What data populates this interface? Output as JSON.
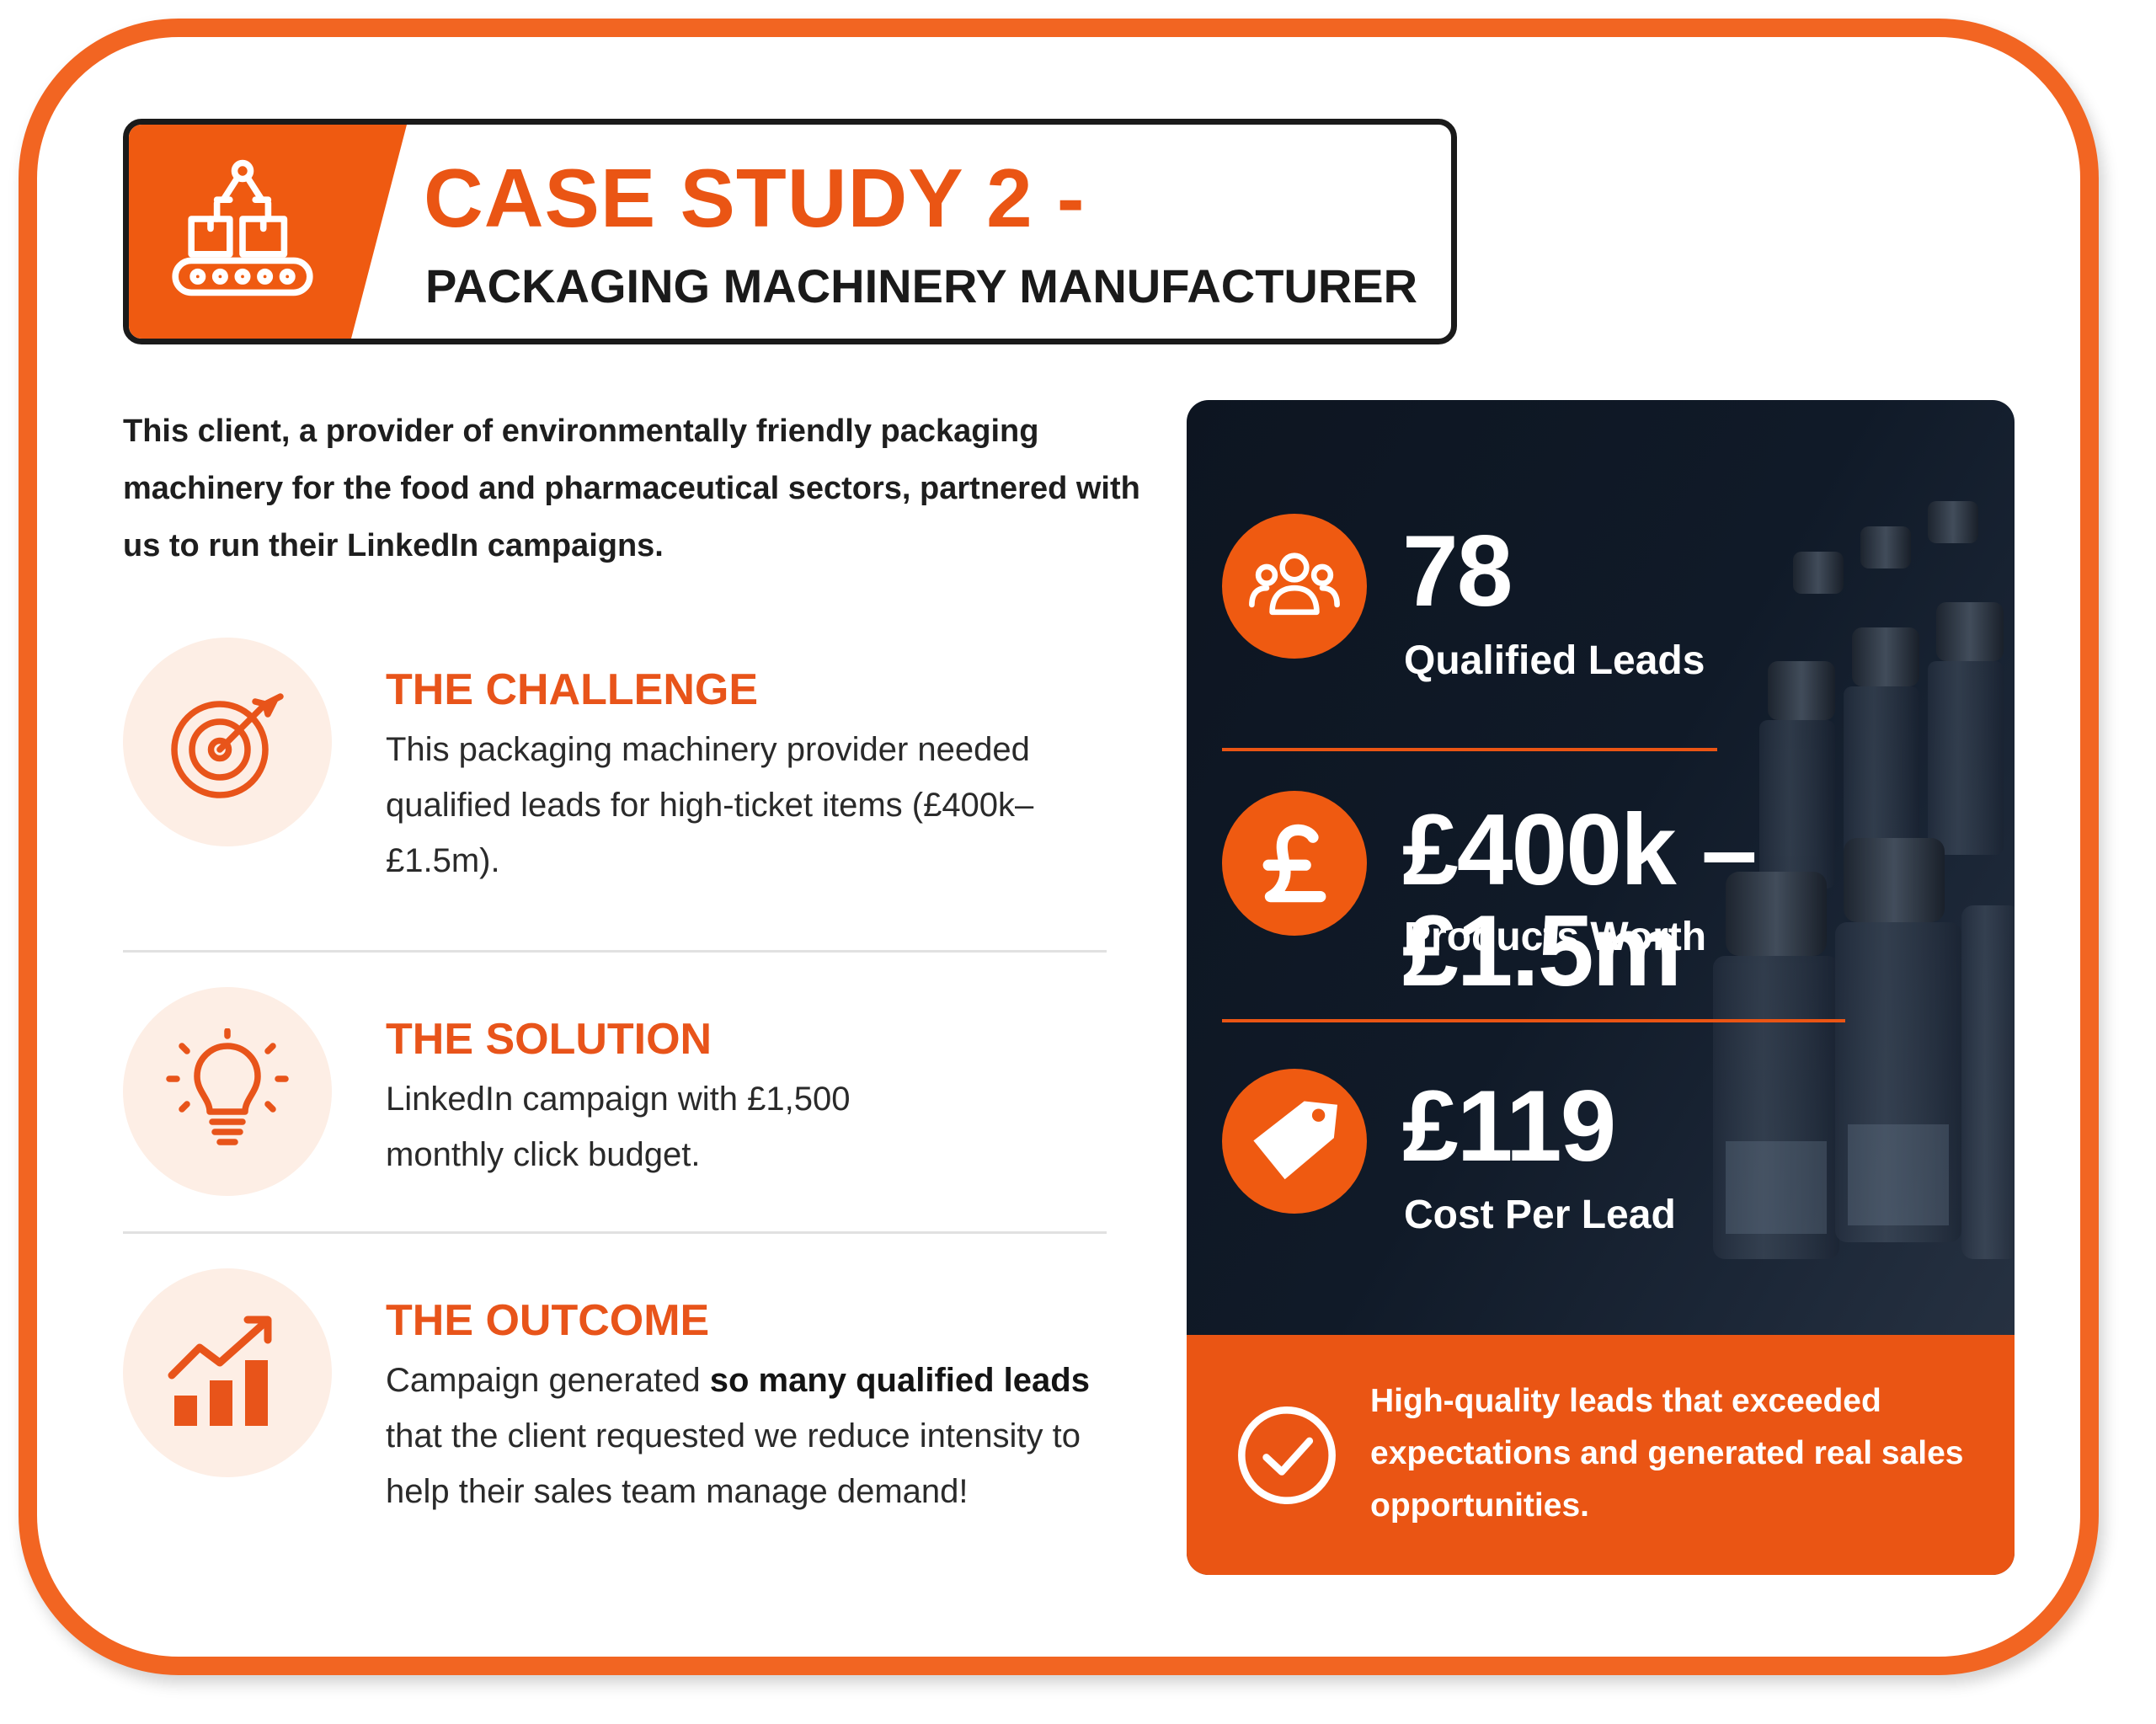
{
  "header": {
    "title": "CASE STUDY 2 -",
    "subtitle": "PACKAGING MACHINERY MANUFACTURER",
    "icon": "conveyor-robot-arm-icon"
  },
  "intro": "This client, a provider of environmentally friendly packaging machinery for the food and pharmaceutical sectors, partnered with us to run their LinkedIn campaigns.",
  "sections": [
    {
      "title": "THE CHALLENGE",
      "icon": "target-icon",
      "body": "This packaging machinery provider needed qualified leads for high-ticket items (£400k–£1.5m)."
    },
    {
      "title": "THE SOLUTION",
      "icon": "lightbulb-icon",
      "body": "LinkedIn campaign with £1,500 monthly click budget."
    },
    {
      "title": "THE OUTCOME",
      "icon": "growth-chart-icon",
      "body_pre": "Campaign generated ",
      "body_bold": "so many qualified leads",
      "body_post": " that the client requested we reduce intensity to help their sales team manage demand!"
    }
  ],
  "stats": [
    {
      "value": "78",
      "label": "Qualified Leads",
      "icon": "people-group-icon"
    },
    {
      "value": "£400k – £1.5m",
      "label": "Products Worth",
      "icon": "pound-sign-icon"
    },
    {
      "value": "£119",
      "label": "Cost Per Lead",
      "icon": "price-tag-icon"
    }
  ],
  "footer": {
    "message": "High-quality leads that exceeded expectations and generated real sales opportunities.",
    "icon": "check-circle-icon"
  },
  "colors": {
    "accent": "#ef5a11",
    "frame": "#f26522",
    "panel_dark": "#0d1521",
    "icon_bg": "#fdeee5"
  }
}
